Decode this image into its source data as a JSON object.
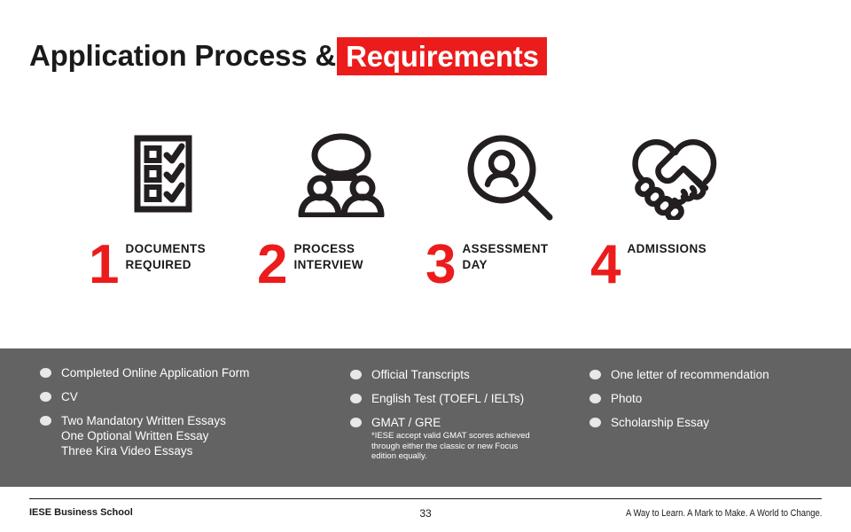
{
  "slide": {
    "title_plain": "Application Process &",
    "title_highlight": "Requirements",
    "highlight_color": "#ec1c1c",
    "panel_color": "#636363"
  },
  "steps": [
    {
      "number": "1",
      "label": "DOCUMENTS\nREQUIRED",
      "icon": "checklist-icon"
    },
    {
      "number": "2",
      "label": "PROCESS\nINTERVIEW",
      "icon": "interview-people-icon"
    },
    {
      "number": "3",
      "label": "ASSESSMENT\nDAY",
      "icon": "candidate-search-icon"
    },
    {
      "number": "4",
      "label": "ADMISSIONS",
      "icon": "handshake-icon"
    }
  ],
  "requirements": {
    "columns": [
      {
        "items": [
          {
            "text": "Completed Online Application Form",
            "note": ""
          },
          {
            "text": "CV",
            "note": ""
          },
          {
            "text": "Two Mandatory Written Essays\nOne Optional Written Essay\nThree Kira Video Essays",
            "note": ""
          }
        ]
      },
      {
        "items": [
          {
            "text": "Official Transcripts",
            "note": ""
          },
          {
            "text": "English Test (TOEFL / IELTs)",
            "note": ""
          },
          {
            "text": "GMAT / GRE",
            "note": "*IESE accept valid GMAT scores achieved\nthrough either the classic or new Focus\nedition equally."
          }
        ]
      },
      {
        "items": [
          {
            "text": "One letter of recommendation",
            "note": ""
          },
          {
            "text": "Photo",
            "note": ""
          },
          {
            "text": "Scholarship Essay",
            "note": ""
          }
        ]
      }
    ]
  },
  "footer": {
    "left": "IESE Business School",
    "page_number": "33",
    "right": "A Way to Learn. A Mark to Make. A World to Change."
  }
}
